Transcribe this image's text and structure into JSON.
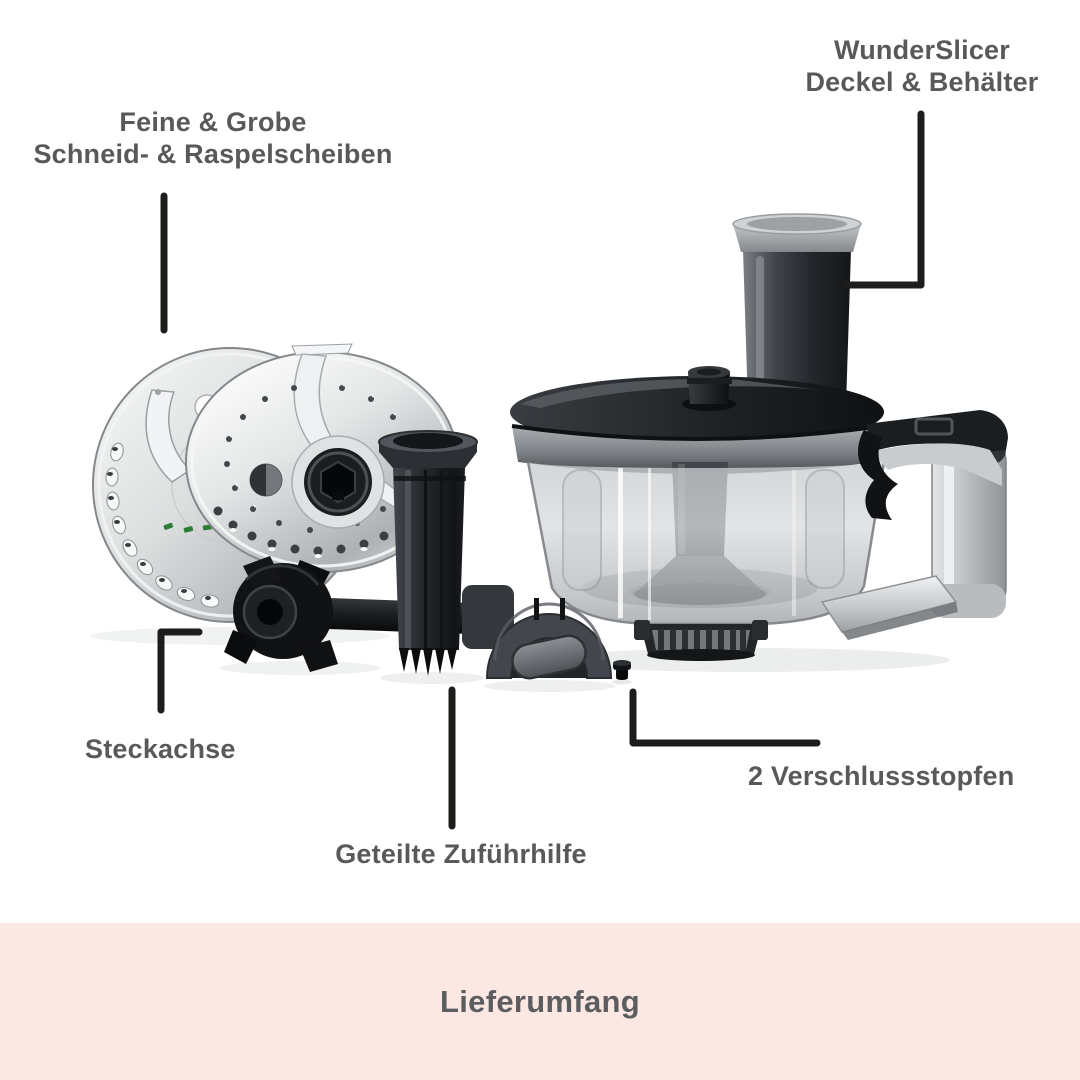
{
  "labels": {
    "discs": {
      "line1": "Feine & Grobe",
      "line2": "Schneid- & Raspelscheiben"
    },
    "lid_container": {
      "line1": "WunderSlicer",
      "line2": "Deckel & Behälter"
    },
    "axle": {
      "text": "Steckachse"
    },
    "feed_pusher": {
      "text": "Geteilte Zuführhilfe"
    },
    "plugs": {
      "text": "2 Verschlussstopfen"
    }
  },
  "banner": {
    "title": "Lieferumfang"
  },
  "colors": {
    "background": "#ffffff",
    "banner_background": "#fce8e2",
    "label_text": "#58595b",
    "banner_text": "#5b5d60",
    "callout_line": "#1d1d1b",
    "plastic_dark": "#17191c",
    "plastic_gray": "#43474d",
    "metal_chrome": "#d9dbdc",
    "disc_marking_green": "#2e7d36"
  },
  "product_parts": [
    "cutting-discs",
    "axle",
    "feed-pusher-inner",
    "feed-pusher-outer",
    "bowl-with-lid-and-chute",
    "handle",
    "sealing-plug"
  ]
}
